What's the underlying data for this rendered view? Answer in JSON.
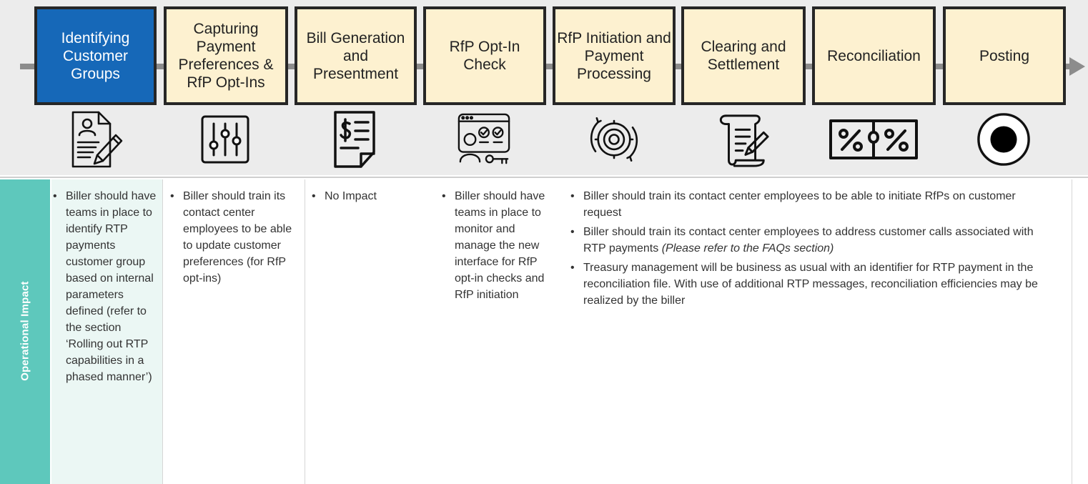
{
  "steps": [
    {
      "label": "Identifying Customer Groups",
      "icon": "customer-profile-edit-icon",
      "active": true
    },
    {
      "label": "Capturing Payment Preferences & RfP Opt-Ins",
      "icon": "sliders-icon",
      "active": false
    },
    {
      "label": "Bill Generation and Presentment",
      "icon": "bill-document-icon",
      "active": false
    },
    {
      "label": "RfP Opt-In Check",
      "icon": "access-check-icon",
      "active": false
    },
    {
      "label": "RfP Initiation and Payment Processing",
      "icon": "gear-cycle-icon",
      "active": false
    },
    {
      "label": "Clearing and Settlement",
      "icon": "scroll-contract-icon",
      "active": false
    },
    {
      "label": "Reconciliation",
      "icon": "percent-puzzle-icon",
      "active": false
    },
    {
      "label": "Posting",
      "icon": "record-dot-icon",
      "active": false
    }
  ],
  "colors": {
    "active_step": "#1668b8",
    "step_fill": "#fdf1d0",
    "side_bar": "#5ec8bc",
    "first_cell": "#ebf7f4"
  },
  "row_label": "Operational Impact",
  "impacts": {
    "col1": [
      "Biller should have teams in place to identify RTP payments customer group based on internal parameters defined (refer to the section ‘Rolling out RTP capabilities in a phased manner’)"
    ],
    "col2": [
      "Biller should train its contact center employees to be able to update customer preferences (for RfP opt-ins)"
    ],
    "col3": [
      "No Impact"
    ],
    "col4": [
      "Biller should have teams in place to monitor and manage the new interface for RfP opt-in checks and RfP initiation"
    ],
    "col5": {
      "b1": "Biller should train its contact center employees to be able to initiate RfPs on customer request",
      "b2_text": "Biller should train its contact center employees to address customer calls associated with RTP payments ",
      "b2_em": "(Please refer to the FAQs section)",
      "b3": "Treasury management will be business as usual with an identifier for RTP payment in the reconciliation file. With use of additional RTP messages, reconciliation efficiencies may be realized by the biller"
    }
  }
}
